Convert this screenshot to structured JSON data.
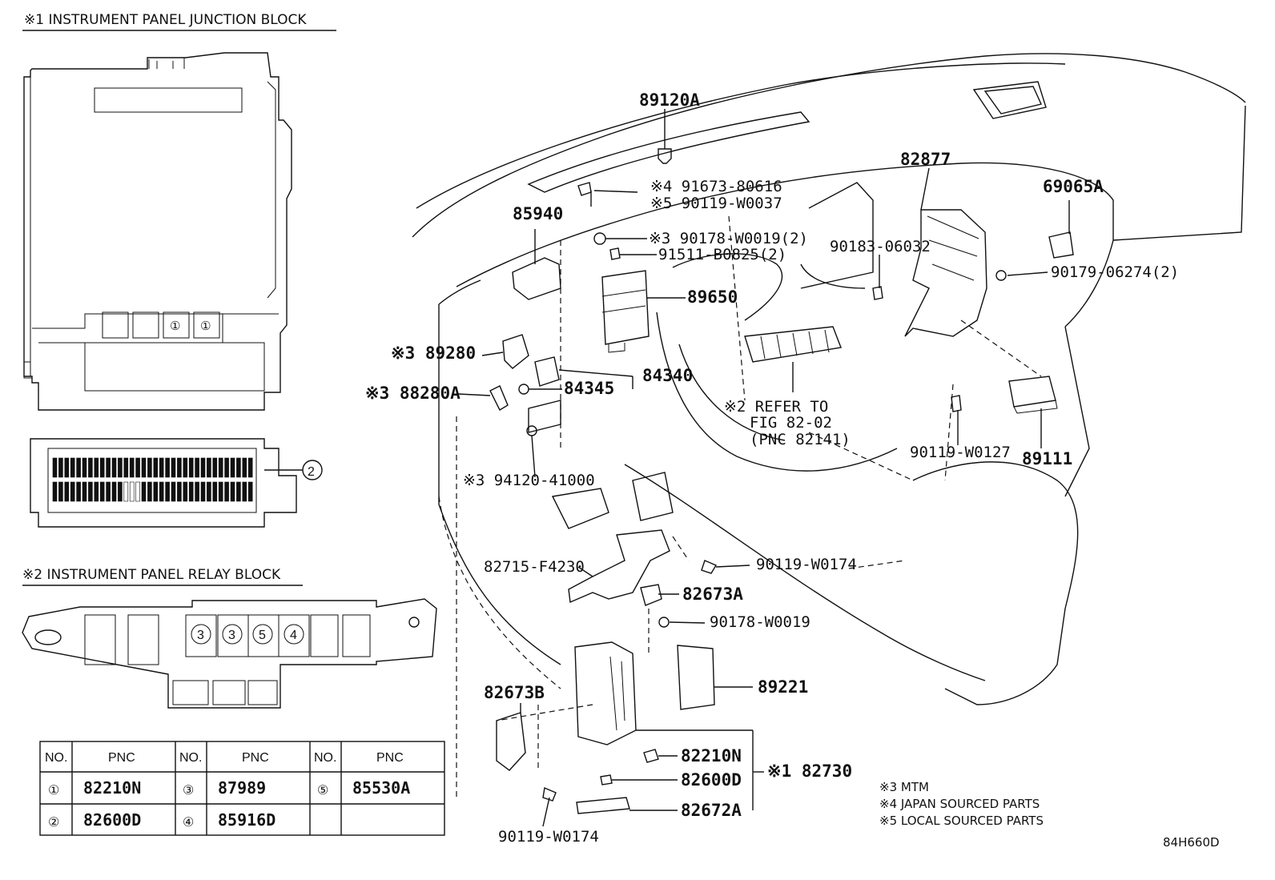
{
  "headers": {
    "junction_block": "※1 INSTRUMENT PANEL JUNCTION BLOCK",
    "relay_block": "※2 INSTRUMENT PANEL RELAY BLOCK"
  },
  "callouts": {
    "c1": "①",
    "c2": "②",
    "c3": "③",
    "c4": "④",
    "c5": "⑤"
  },
  "table": {
    "headers": [
      "NO.",
      "PNC",
      "NO.",
      "PNC",
      "NO.",
      "PNC"
    ],
    "rows": [
      [
        {
          "no": "①",
          "pnc": "82210N"
        },
        {
          "no": "③",
          "pnc": "87989"
        },
        {
          "no": "⑤",
          "pnc": "85530A"
        }
      ],
      [
        {
          "no": "②",
          "pnc": "82600D"
        },
        {
          "no": "④",
          "pnc": "85916D"
        },
        {
          "no": "",
          "pnc": ""
        }
      ]
    ]
  },
  "parts": {
    "p89120A": "89120A",
    "p91673": "※4 91673-80616",
    "p90119_W0037": "※5 90119-W0037",
    "p85940": "85940",
    "p90178_2": "※3 90178-W0019(2)",
    "p91511": "91511-B0825(2)",
    "p89650": "89650",
    "p82877": "82877",
    "p69065A": "69065A",
    "p90183": "90183-06032",
    "p90179": "90179-06274(2)",
    "p89280": "※3 89280",
    "p84340": "84340",
    "p84345": "84345",
    "p88280A": "※3 88280A",
    "p_refer1": "※2 REFER TO",
    "p_refer2": "FIG 82-02",
    "p_refer3": "(PNC 82141)",
    "p94120": "※3 94120-41000",
    "p90119_W0127": "90119-W0127",
    "p89111": "89111",
    "p82715": "82715-F4230",
    "p90119_W0174a": "90119-W0174",
    "p82673A": "82673A",
    "p90178": "90178-W0019",
    "p89221": "89221",
    "p82673B": "82673B",
    "p82210N": "82210N",
    "p82600D": "82600D",
    "p82672A": "82672A",
    "p82730": "※1 82730",
    "p90119_W0174b": "90119-W0174"
  },
  "notes": {
    "n3": "※3 MTM",
    "n4": "※4 JAPAN SOURCED PARTS",
    "n5": "※5 LOCAL SOURCED PARTS"
  },
  "diagram_code": "84H660D"
}
